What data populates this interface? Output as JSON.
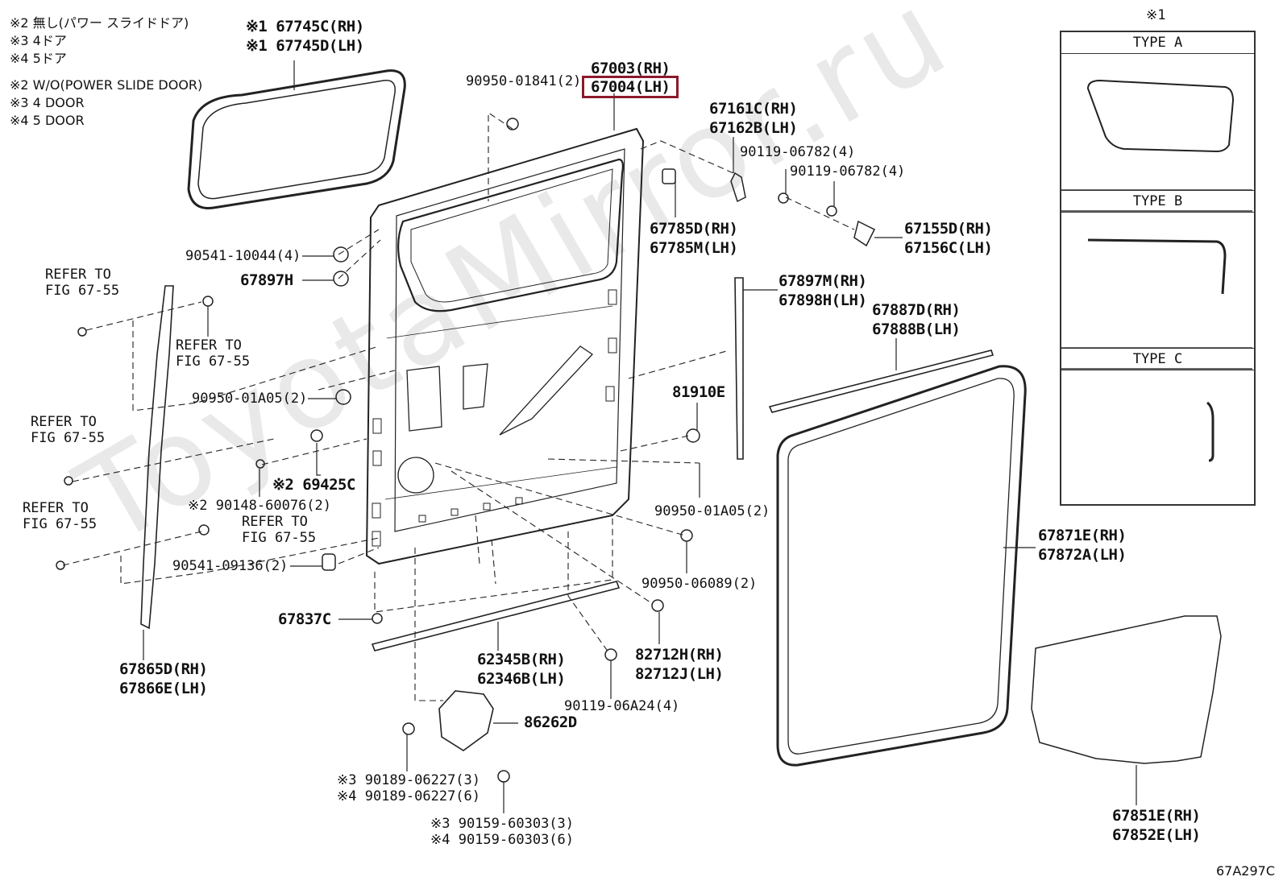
{
  "watermark": "ToyotaMirror.ru",
  "notes": {
    "jp": [
      "※2 無し(パワー スライドドア)",
      "※3 4ドア",
      "※4 5ドア"
    ],
    "en": [
      "※2 W/O(POWER SLIDE DOOR)",
      "※3 4 DOOR",
      "※4 5 DOOR"
    ]
  },
  "type_panel": {
    "mark": "※1",
    "types": [
      "TYPE A",
      "TYPE B",
      "TYPE C"
    ]
  },
  "labels": {
    "p67745c": "※1 67745C(RH)",
    "p67745d": "※1 67745D(LH)",
    "p90950_01841": "90950-01841(2)",
    "p67003": "67003(RH)",
    "p67004": "67004(LH)",
    "p67161c": "67161C(RH)",
    "p67162b": "67162B(LH)",
    "p90119_06782_a": "90119-06782(4)",
    "p90119_06782_b": "90119-06782(4)",
    "p67785d": "67785D(RH)",
    "p67785m": "67785M(LH)",
    "p67155d": "67155D(RH)",
    "p67156c": "67156C(LH)",
    "p90541_10044": "90541-10044(4)",
    "p67897h": "67897H",
    "p67897m": "67897M(RH)",
    "p67898h": "67898H(LH)",
    "p67887d": "67887D(RH)",
    "p67888b": "67888B(LH)",
    "refer1a": "REFER TO",
    "refer1b": "FIG 67-55",
    "refer2a": "REFER TO",
    "refer2b": "FIG 67-55",
    "refer3a": "REFER TO",
    "refer3b": "FIG 67-55",
    "refer4a": "REFER TO",
    "refer4b": "FIG 67-55",
    "refer5a": "REFER TO",
    "refer5b": "FIG 67-55",
    "p90950_01a05_a": "90950-01A05(2)",
    "p81910e": "81910E",
    "p69425c": "※2 69425C",
    "p90148": "※2 90148-60076(2)",
    "p90950_01a05_b": "90950-01A05(2)",
    "p90541_09136": "90541-09136(2)",
    "p90950_06089": "90950-06089(2)",
    "p67871e": "67871E(RH)",
    "p67872a": "67872A(LH)",
    "p67837c": "67837C",
    "p62345b": "62345B(RH)",
    "p62346b": "62346B(LH)",
    "p82712h": "82712H(RH)",
    "p82712j": "82712J(LH)",
    "p67865d": "67865D(RH)",
    "p67866e": "67866E(LH)",
    "p90119_06a24": "90119-06A24(4)",
    "p86262d": "86262D",
    "p90189_a": "※3 90189-06227(3)",
    "p90189_b": "※4 90189-06227(6)",
    "p90159_a": "※3 90159-60303(3)",
    "p90159_b": "※4 90159-60303(6)",
    "p67851e": "67851E(RH)",
    "p67852e": "67852E(LH)"
  },
  "diagram_code": "67A297C",
  "colors": {
    "highlight": "#8b1a2b",
    "line": "#222222",
    "watermark": "#e9e9e9"
  }
}
